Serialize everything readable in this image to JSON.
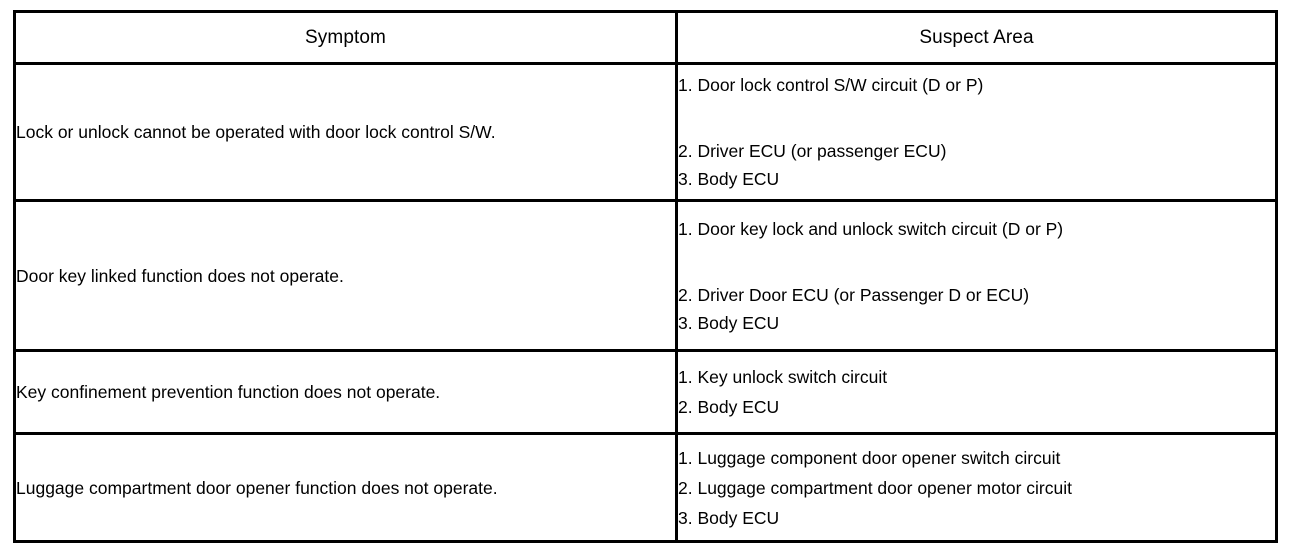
{
  "document": {
    "type": "automotive-service-manual-troubleshooting-table"
  },
  "table": {
    "headers": {
      "symptom": "Symptom",
      "suspect_area": "Suspect Area"
    },
    "rows": [
      {
        "symptom": "Lock or unlock cannot be operated with door lock control S/W.",
        "suspect_area": [
          "1. Door lock control S/W circuit (D or P)",
          "2. Driver ECU (or passenger ECU)",
          "3. Body ECU"
        ]
      },
      {
        "symptom": "Door key linked function does not operate.",
        "suspect_area": [
          "1. Door key lock and unlock switch circuit (D or P)",
          "2. Driver Door ECU (or Passenger D or ECU)",
          "3. Body ECU"
        ]
      },
      {
        "symptom": "Key confinement prevention function does not operate.",
        "suspect_area": [
          "1. Key unlock switch circuit",
          "2. Body ECU"
        ]
      },
      {
        "symptom": "Luggage compartment door opener function does not operate.",
        "suspect_area": [
          "1. Luggage component door opener switch circuit",
          "2. Luggage compartment door opener motor circuit",
          "3. Body ECU"
        ]
      }
    ]
  },
  "colors": {
    "background": "#ffffff",
    "text": "#000000",
    "border": "#000000"
  }
}
